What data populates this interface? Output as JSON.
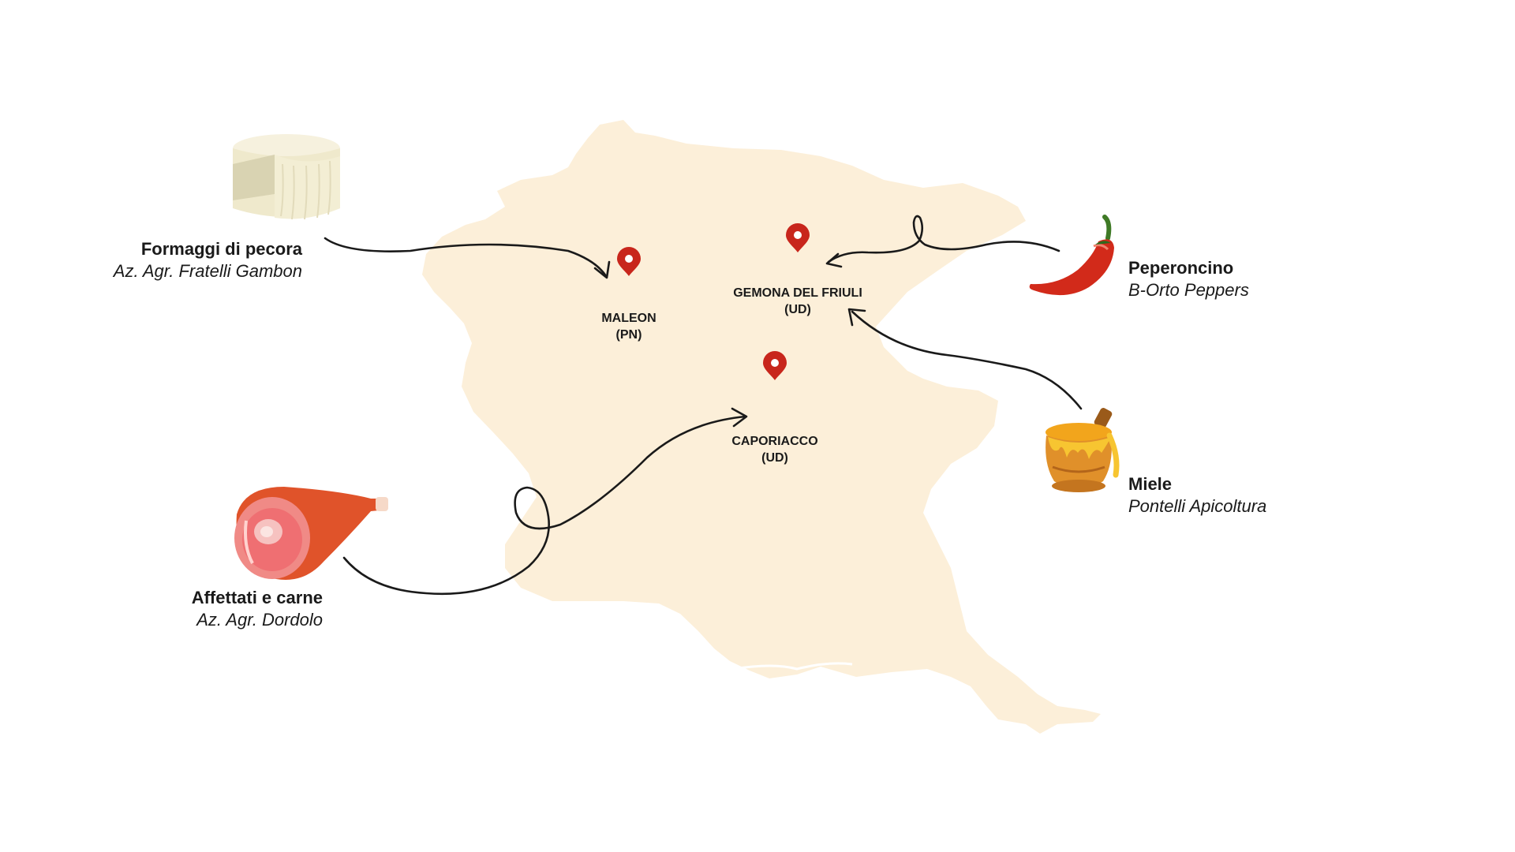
{
  "colors": {
    "region_fill": "#fcefd9",
    "pin": "#c8261c",
    "arrow": "#1a1a1a",
    "text": "#1a1a1a"
  },
  "map": {
    "region_name": "",
    "towns": [
      {
        "id": "maleon",
        "name": "MALEON",
        "province": "(PN)"
      },
      {
        "id": "gemona",
        "name": "GEMONA DEL FRIULI",
        "province": "(UD)"
      },
      {
        "id": "caporiacco",
        "name": "CAPORIACCO",
        "province": "(UD)"
      }
    ]
  },
  "producers": [
    {
      "id": "formaggi",
      "product": "Formaggi di pecora",
      "producer": "Az. Agr. Fratelli Gambon",
      "icon": "cheese-icon",
      "town": "maleon"
    },
    {
      "id": "affettati",
      "product": "Affettati e carne",
      "producer": "Az. Agr. Dordolo",
      "icon": "ham-icon",
      "town": "caporiacco"
    },
    {
      "id": "peperoncino",
      "product": "Peperoncino",
      "producer": "B-Orto Peppers",
      "icon": "chili-pepper-icon",
      "town": "gemona"
    },
    {
      "id": "miele",
      "product": "Miele",
      "producer": "Pontelli Apicoltura",
      "icon": "honey-pot-icon",
      "town": "gemona"
    }
  ]
}
